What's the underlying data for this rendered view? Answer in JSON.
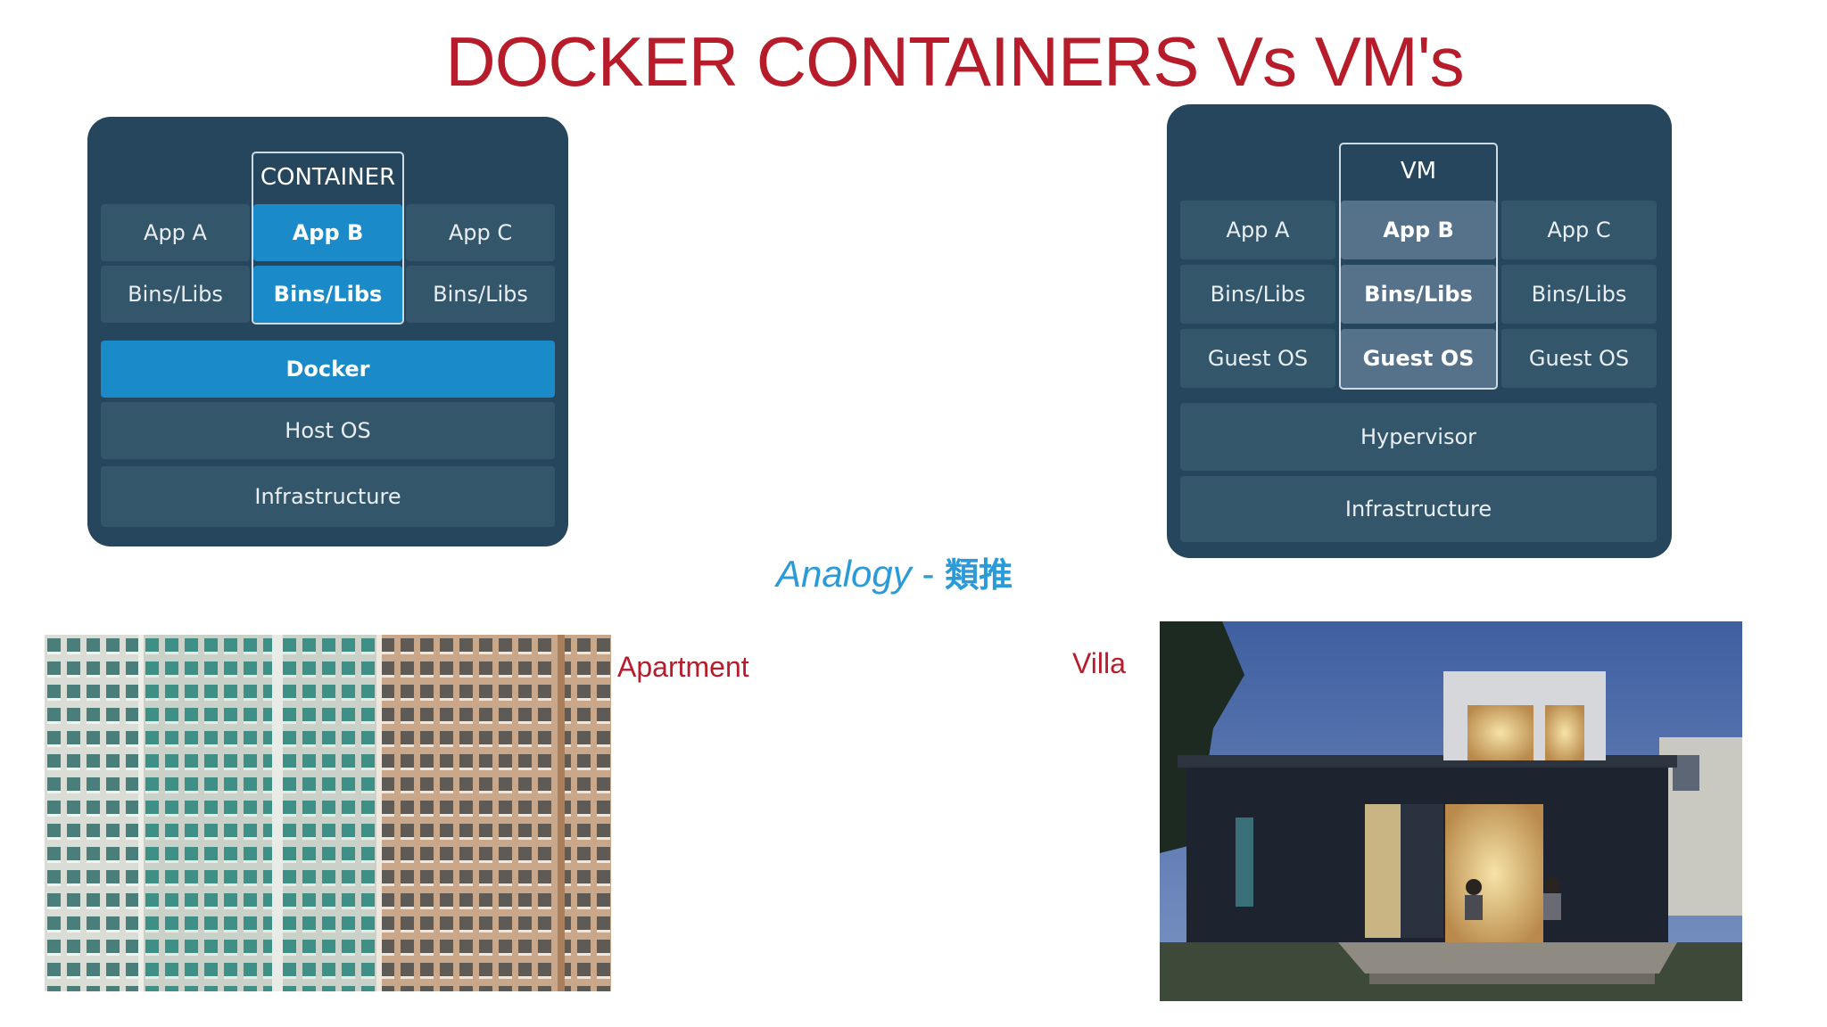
{
  "title": "DOCKER CONTAINERS Vs VM's",
  "docker": {
    "header": "CONTAINER",
    "apps": [
      "App A",
      "App B",
      "App C"
    ],
    "bins": [
      "Bins/Libs",
      "Bins/Libs",
      "Bins/Libs"
    ],
    "docker_layer": "Docker",
    "host_os": "Host OS",
    "infrastructure": "Infrastructure"
  },
  "vm": {
    "header": "VM",
    "apps": [
      "App A",
      "App B",
      "App C"
    ],
    "bins": [
      "Bins/Libs",
      "Bins/Libs",
      "Bins/Libs"
    ],
    "guest_os": [
      "Guest OS",
      "Guest OS",
      "Guest OS"
    ],
    "hypervisor": "Hypervisor",
    "infrastructure": "Infrastructure"
  },
  "analogy": {
    "word": "Analogy",
    "separator": " - ",
    "chinese": "類推"
  },
  "apartment_label": "Apartment",
  "villa_label": "Villa",
  "colors": {
    "title_red": "#b71c2b",
    "panel": "#25465c",
    "cell": "#34566b",
    "docker_blue": "#1a8ac8",
    "analogy_blue": "#2a9bd8"
  }
}
